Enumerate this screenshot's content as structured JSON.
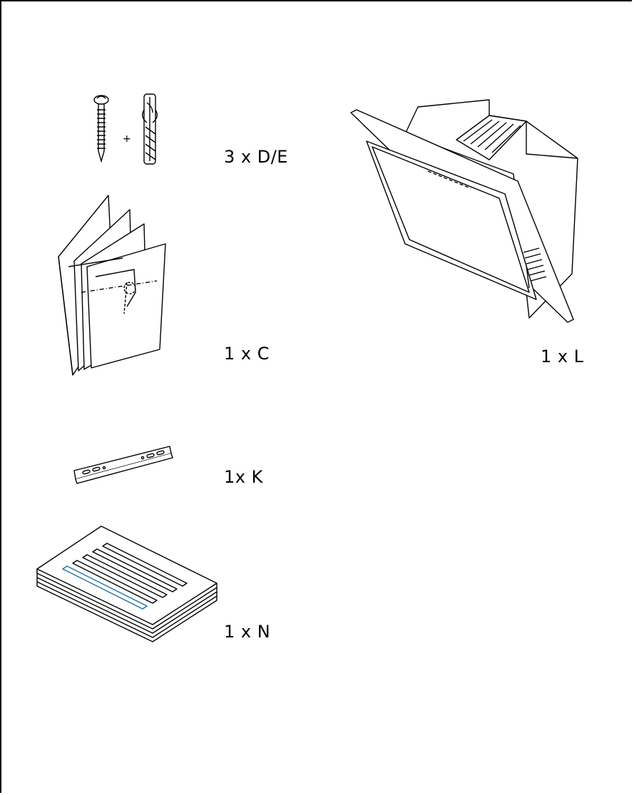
{
  "parts": {
    "screws_and_plugs": {
      "quantity_label": "3 x D/E",
      "joiner": "+"
    },
    "instruction_booklet": {
      "quantity_label": "1 x C"
    },
    "mounting_bracket": {
      "quantity_label": "1x K"
    },
    "grease_filter": {
      "quantity_label": "1 x N"
    },
    "hood": {
      "quantity_label": "1 x L"
    }
  },
  "colors": {
    "line": "#000000",
    "accent_strip": "#1f6fa8",
    "background": "#ffffff"
  }
}
